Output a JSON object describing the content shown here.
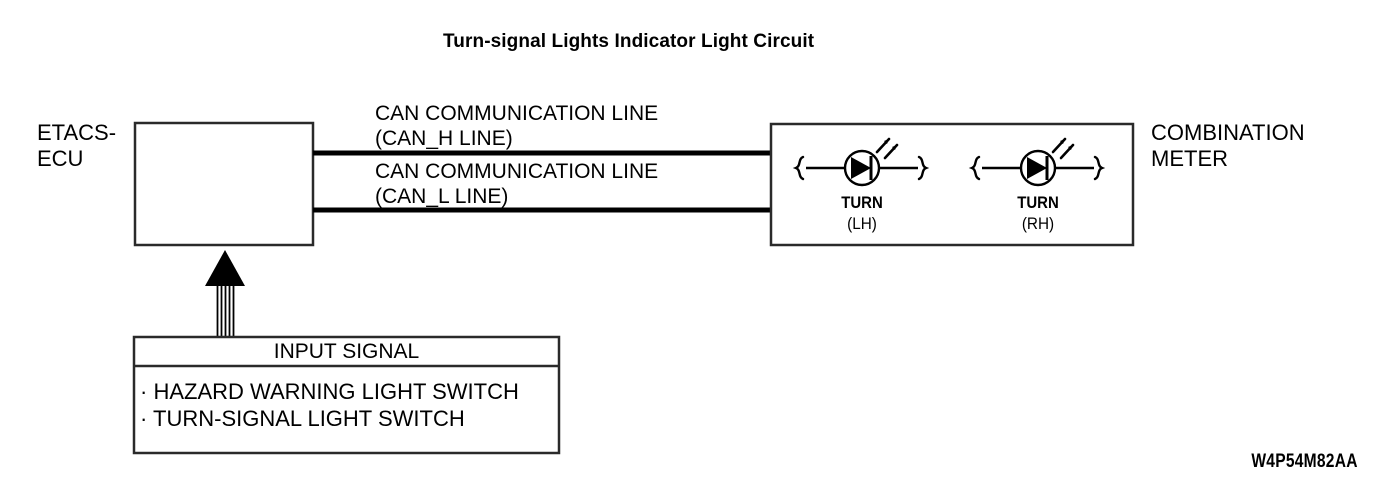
{
  "figure": {
    "title": "Turn-signal Lights Indicator Light Circuit",
    "code": "W4P54M82AA",
    "line_color": "#000000",
    "box_stroke_color": "#1a1a1a",
    "background": "#ffffff"
  },
  "ecu": {
    "label_line1": "ETACS-",
    "label_line2": "ECU"
  },
  "can_lines": [
    {
      "name": "can-h",
      "line1": "CAN COMMUNICATION LINE",
      "line2": "(CAN_H LINE)"
    },
    {
      "name": "can-l",
      "line1": "CAN COMMUNICATION LINE",
      "line2": "(CAN_L LINE)"
    }
  ],
  "combination_meter": {
    "label_line1": "COMBINATION",
    "label_line2": "METER",
    "indicators": [
      {
        "name": "TURN",
        "side": "(LH)"
      },
      {
        "name": "TURN",
        "side": "(RH)"
      }
    ]
  },
  "input_signal": {
    "title": "INPUT SIGNAL",
    "items": [
      "· HAZARD WARNING LIGHT SWITCH",
      "· TURN-SIGNAL LIGHT SWITCH"
    ]
  }
}
